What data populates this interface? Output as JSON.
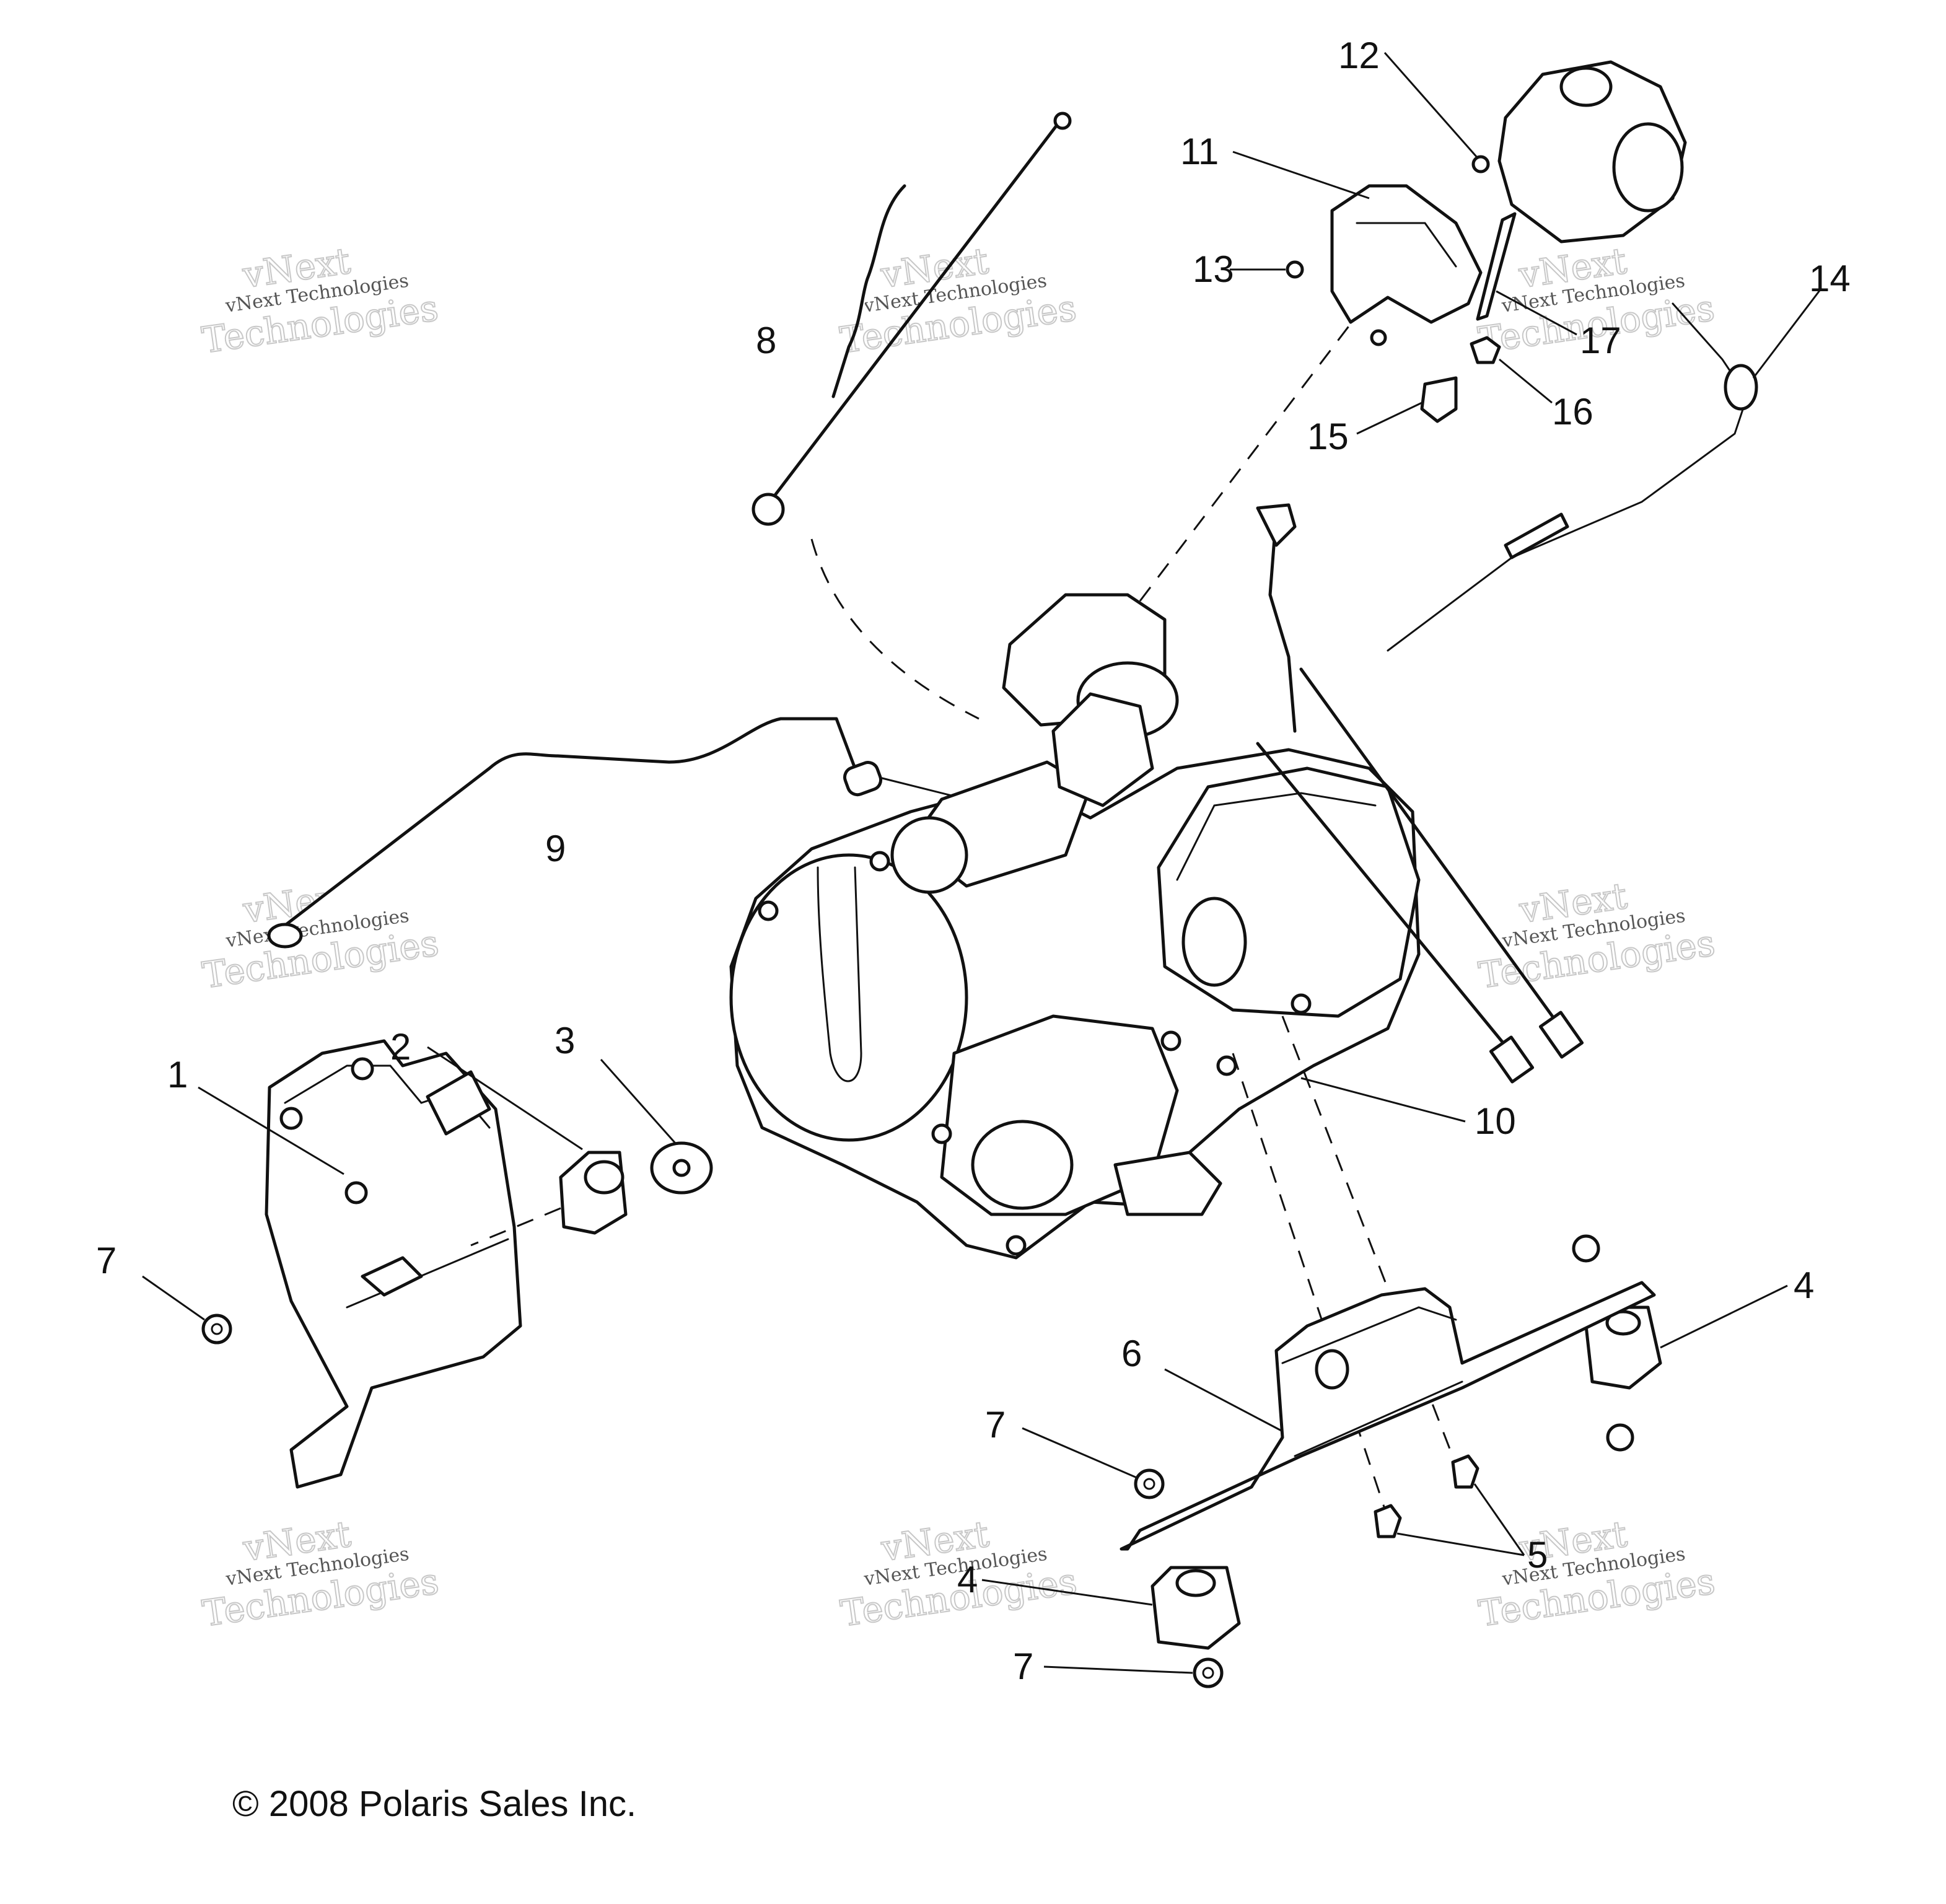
{
  "copyright": "2008 Polaris Sales Inc.",
  "watermark": {
    "line1": "vNext Technologies",
    "line2": "vNext",
    "line3": "Technologies"
  },
  "callouts": {
    "c1": "1",
    "c2": "2",
    "c3": "3",
    "c4": "4",
    "c4b": "4",
    "c5": "5",
    "c6": "6",
    "c7a": "7",
    "c7b": "7",
    "c7c": "7",
    "c8": "8",
    "c9": "9",
    "c10": "10",
    "c11": "11",
    "c12": "12",
    "c13": "13",
    "c14": "14",
    "c15": "15",
    "c16": "16",
    "c17": "17"
  }
}
